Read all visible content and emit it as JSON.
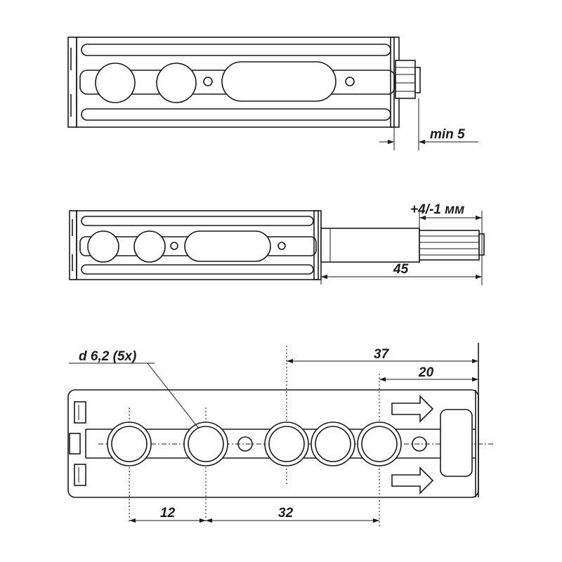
{
  "view_top": {
    "dimension_label": "min 5"
  },
  "view_middle": {
    "tolerance_label": "+4/-1 мм",
    "stroke_label": "45"
  },
  "view_bottom": {
    "hole_callout": "d 6,2 (5x)",
    "dim_37": "37",
    "dim_20": "20",
    "dim_12": "12",
    "dim_32": "32"
  },
  "colors": {
    "line": "#1a1a1a",
    "background": "#ffffff"
  }
}
